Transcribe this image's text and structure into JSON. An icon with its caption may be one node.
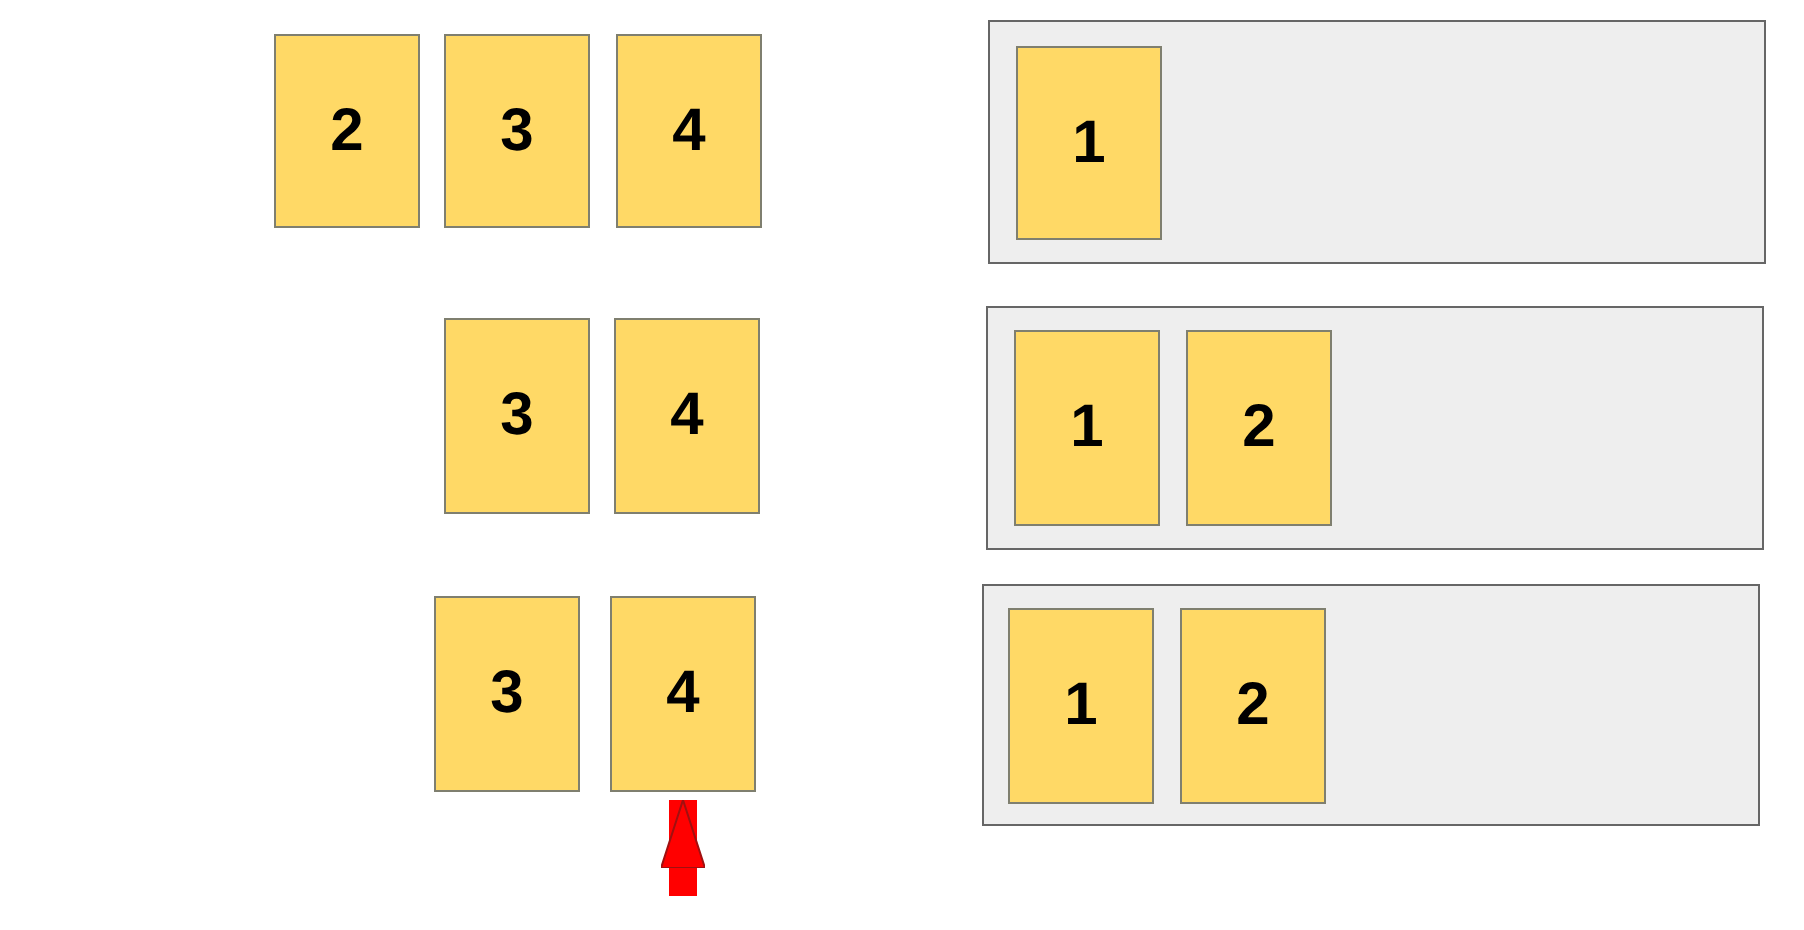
{
  "diagram": {
    "nodes": [
      {
        "text": [
          "2"
        ]
      },
      {
        "text": [
          "3"
        ]
      },
      {
        "text": [
          "4"
        ]
      },
      {
        "text": [],
        "shape": "box"
      },
      {
        "text": [
          "1"
        ],
        "in": 3
      },
      {
        "text": [
          "3"
        ]
      },
      {
        "text": [
          "4"
        ]
      },
      {
        "text": [],
        "shape": "box"
      },
      {
        "text": [
          "1"
        ],
        "in": 7
      },
      {
        "text": [
          "2"
        ],
        "in": 7
      },
      {
        "text": [
          "3"
        ]
      },
      {
        "text": [
          "4"
        ]
      },
      {
        "text": [],
        "shape": "box"
      },
      {
        "text": [
          "1"
        ],
        "in": 12
      },
      {
        "text": [
          "2"
        ],
        "in": 12
      }
    ],
    "edges": [
      {
        "from": null,
        "to": 11,
        "arrow": "to",
        "color": "#ff0000"
      }
    ]
  }
}
